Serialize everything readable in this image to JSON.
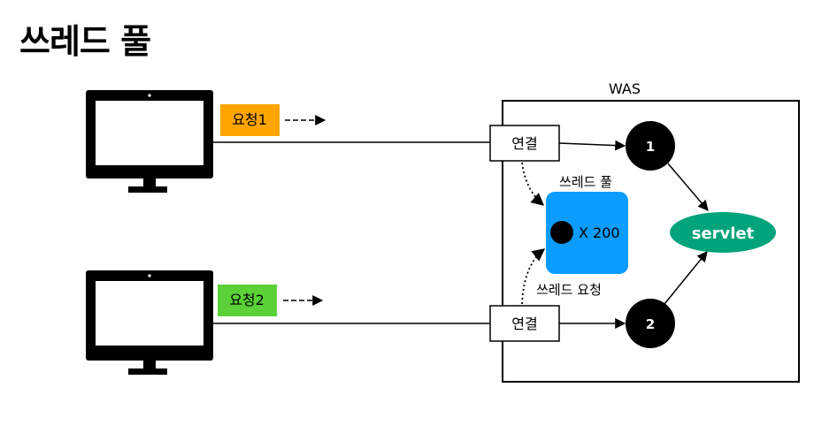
{
  "title": "쓰레드 풀",
  "was_label": "WAS",
  "request1": {
    "label": "요청1",
    "color": "#ffa500"
  },
  "request2": {
    "label": "요청2",
    "color": "#5bd137"
  },
  "connection_label": "연결",
  "thread_pool": {
    "label": "쓰레드 풀",
    "count_label": "X 200",
    "color": "#0a9cff"
  },
  "thread_request_label": "쓰레드 요청",
  "thread1_label": "1",
  "thread2_label": "2",
  "servlet": {
    "label": "servlet",
    "color": "#00a37a"
  }
}
